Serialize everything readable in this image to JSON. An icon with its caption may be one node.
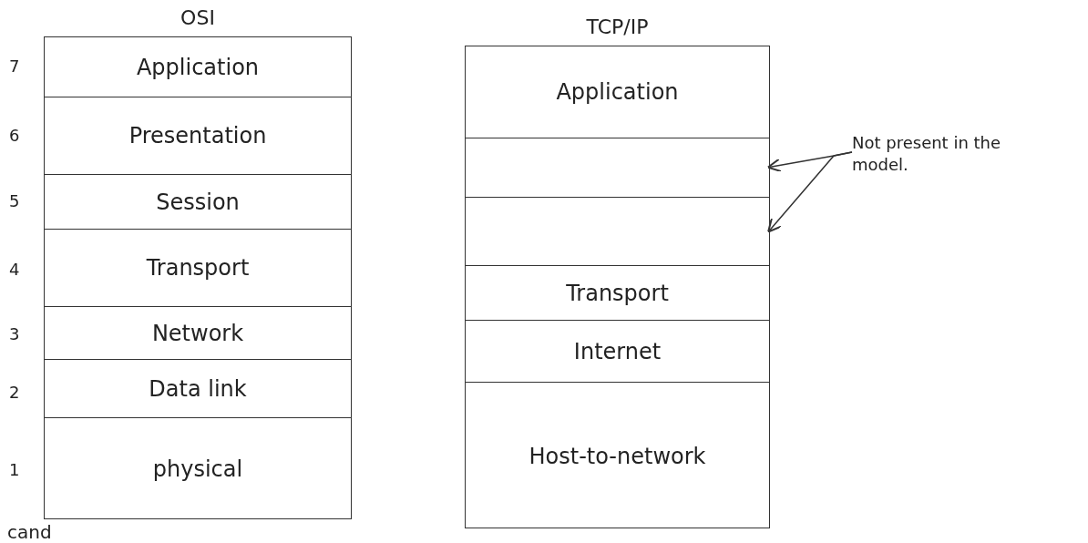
{
  "diagram": {
    "nodes": [
      {
        "text": [
          "OSI"
        ]
      },
      {
        "text": [
          "Application"
        ],
        "in": 0
      },
      {
        "text": [
          "Presentation"
        ],
        "in": 0
      },
      {
        "text": [
          "Session"
        ],
        "in": 0
      },
      {
        "text": [
          "Transport"
        ],
        "in": 0
      },
      {
        "text": [
          "Network"
        ],
        "in": 0
      },
      {
        "text": [
          "Data link"
        ],
        "in": 0
      },
      {
        "text": [
          "physical"
        ],
        "in": 0
      },
      {
        "text": [
          "TCP/IP"
        ]
      },
      {
        "text": [
          "Application"
        ],
        "in": 8
      },
      {
        "text": [],
        "shape": "box",
        "in": 8
      },
      {
        "text": [],
        "shape": "box",
        "in": 8
      },
      {
        "text": [
          "Transport"
        ],
        "in": 8
      },
      {
        "text": [
          "Internet"
        ],
        "in": 8
      },
      {
        "text": [
          "Host-to-network"
        ],
        "in": 8
      },
      {
        "text": [
          "Not present in the model."
        ]
      }
    ],
    "edges": [
      {
        "from": 15,
        "to": 10,
        "arrow": "to"
      },
      {
        "from": 15,
        "to": 11,
        "arrow": "to"
      }
    ],
    "labels": [
      "7",
      "6",
      "5",
      "4",
      "3",
      "2",
      "1",
      "cand"
    ]
  }
}
